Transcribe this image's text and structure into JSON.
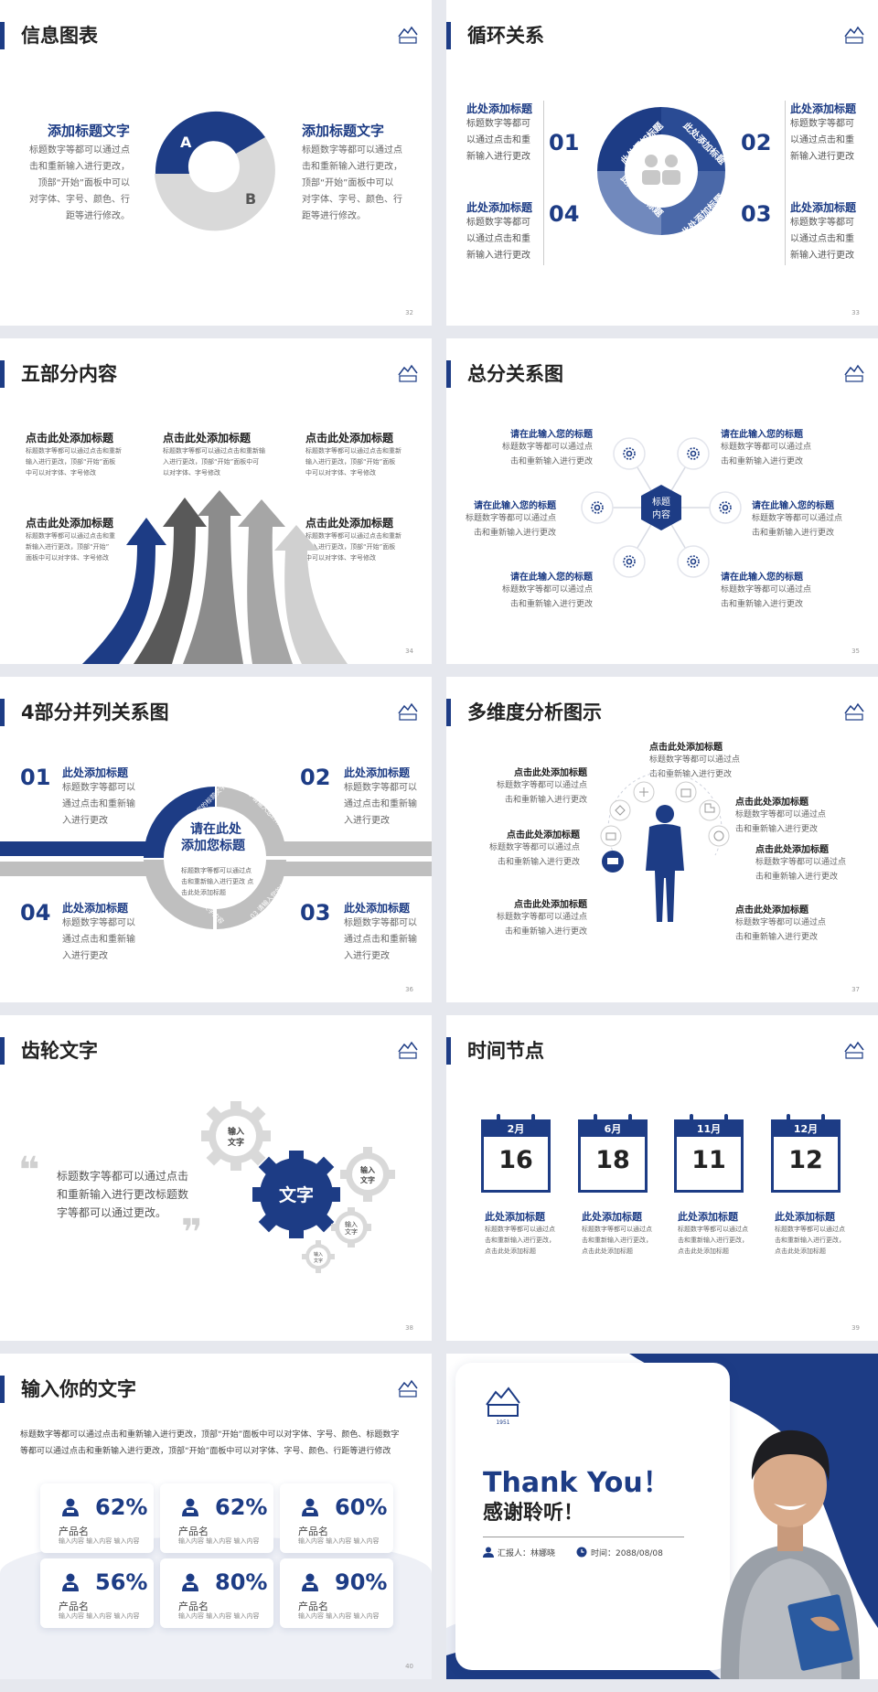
{
  "s32": {
    "title": "信息图表",
    "num": "32",
    "left_heading": "添加标题文字",
    "left_body": [
      "标题数字等都可以通过点",
      "击和重新输入进行更改，",
      "顶部“开始”面板中可以",
      "对字体、字号、颜色、行",
      "距等进行修改。"
    ],
    "right_heading": "添加标题文字",
    "right_body": [
      "标题数字等都可以通过点",
      "击和重新输入进行更改，",
      "顶部“开始”面板中可以",
      "对字体、字号、颜色、行",
      "距等进行修改。"
    ],
    "seg_a": "A",
    "seg_b": "B"
  },
  "s33": {
    "title": "循环关系",
    "num": "33",
    "items": [
      {
        "no": "01",
        "heading": "此处添加标题",
        "body": [
          "标题数字等都可",
          "以通过点击和重",
          "新输入进行更改"
        ]
      },
      {
        "no": "02",
        "heading": "此处添加标题",
        "body": [
          "标题数字等都可",
          "以通过点击和重",
          "新输入进行更改"
        ]
      },
      {
        "no": "03",
        "heading": "此处添加标题",
        "body": [
          "标题数字等都可",
          "以通过点击和重",
          "新输入进行更改"
        ]
      },
      {
        "no": "04",
        "heading": "此处添加标题",
        "body": [
          "标题数字等都可",
          "以通过点击和重",
          "新输入进行更改"
        ]
      }
    ],
    "arc_labels": [
      "此处添加标题",
      "此处添加标题",
      "此处添加标题",
      "此处添加标题"
    ]
  },
  "s34": {
    "title": "五部分内容",
    "num": "34",
    "items": [
      {
        "heading": "点击此处添加标题",
        "body": [
          "标题数字等都可以通过点击和重新",
          "输入进行更改，顶部“开始”面板",
          "中可以对字体、字号修改"
        ]
      },
      {
        "heading": "点击此处添加标题",
        "body": [
          "标题数字等都可以通过点击和重新输",
          "入进行更改，顶部“开始”面板中可",
          "以对字体、字号修改"
        ]
      },
      {
        "heading": "点击此处添加标题",
        "body": [
          "标题数字等都可以通过点击和重新",
          "输入进行更改，顶部“开始”面板",
          "中可以对字体、字号修改"
        ]
      },
      {
        "heading": "点击此处添加标题",
        "body": [
          "标题数字等都可以通过点击和重",
          "新输入进行更改，顶部“开始”",
          "面板中可以对字体、字号修改"
        ]
      },
      {
        "heading": "点击此处添加标题",
        "body": [
          "标题数字等都可以通过点击和重新",
          "输入进行更改，顶部“开始”面板",
          "中可以对字体、字号修改"
        ]
      }
    ]
  },
  "s35": {
    "title": "总分关系图",
    "num": "35",
    "center": [
      "标题",
      "内容"
    ],
    "items": [
      {
        "heading": "请在此输入您的标题",
        "body": [
          "标题数字等都可以通过点",
          "击和重新输入进行更改"
        ]
      },
      {
        "heading": "请在此输入您的标题",
        "body": [
          "标题数字等都可以通过点",
          "击和重新输入进行更改"
        ]
      },
      {
        "heading": "请在此输入您的标题",
        "body": [
          "标题数字等都可以通过点",
          "击和重新输入进行更改"
        ]
      },
      {
        "heading": "请在此输入您的标题",
        "body": [
          "标题数字等都可以通过点",
          "击和重新输入进行更改"
        ]
      },
      {
        "heading": "请在此输入您的标题",
        "body": [
          "标题数字等都可以通过点",
          "击和重新输入进行更改"
        ]
      },
      {
        "heading": "请在此输入您的标题",
        "body": [
          "标题数字等都可以通过点",
          "击和重新输入进行更改"
        ]
      }
    ]
  },
  "s36": {
    "title": "4部分并列关系图",
    "num": "36",
    "center_heading": [
      "请在此处",
      "添加您标题"
    ],
    "center_body": [
      "标题数字等都可以通过点",
      "击和重新输入进行更改 点",
      "击此处添加标题"
    ],
    "arc_labels": [
      "01 请输入您的标题文字内容",
      "02 请输入您的标题文字内容",
      "03 请输入您的标题文字内容",
      "04 请输入您的标题文字内容"
    ],
    "items": [
      {
        "no": "01",
        "heading": "此处添加标题",
        "body": [
          "标题数字等都可以",
          "通过点击和重新输",
          "入进行更改"
        ]
      },
      {
        "no": "02",
        "heading": "此处添加标题",
        "body": [
          "标题数字等都可以",
          "通过点击和重新输",
          "入进行更改"
        ]
      },
      {
        "no": "03",
        "heading": "此处添加标题",
        "body": [
          "标题数字等都可以",
          "通过点击和重新输",
          "入进行更改"
        ]
      },
      {
        "no": "04",
        "heading": "此处添加标题",
        "body": [
          "标题数字等都可以",
          "通过点击和重新输",
          "入进行更改"
        ]
      }
    ]
  },
  "s37": {
    "title": "多维度分析图示",
    "num": "37",
    "items": [
      {
        "heading": "点击此处添加标题",
        "body": [
          "标题数字等都可以通过点",
          "击和重新输入进行更改"
        ]
      },
      {
        "heading": "点击此处添加标题",
        "body": [
          "标题数字等都可以通过点",
          "击和重新输入进行更改"
        ]
      },
      {
        "heading": "点击此处添加标题",
        "body": [
          "标题数字等都可以通过点",
          "击和重新输入进行更改"
        ]
      },
      {
        "heading": "点击此处添加标题",
        "body": [
          "标题数字等都可以通过点",
          "击和重新输入进行更改"
        ]
      },
      {
        "heading": "点击此处添加标题",
        "body": [
          "标题数字等都可以通过点",
          "击和重新输入进行更改"
        ]
      },
      {
        "heading": "点击此处添加标题",
        "body": [
          "标题数字等都可以通过点",
          "击和重新输入进行更改"
        ]
      },
      {
        "heading": "点击此处添加标题",
        "body": [
          "标题数字等都可以通过点",
          "击和重新输入进行更改"
        ]
      }
    ]
  },
  "s38": {
    "title": "齿轮文字",
    "num": "38",
    "quote": [
      "标题数字等都可以通过点击",
      "和重新输入进行更改标题数",
      "字等都可以通过更改。"
    ],
    "gear_main": "文字",
    "gear_a": [
      "输入",
      "文字"
    ],
    "gear_b": [
      "输入",
      "文字"
    ],
    "gear_c": [
      "输入",
      "文字"
    ],
    "gear_d": [
      "输入",
      "文字"
    ]
  },
  "s39": {
    "title": "时间节点",
    "num": "39",
    "items": [
      {
        "month": "2月",
        "day": "16",
        "heading": "此处添加标题",
        "body": [
          "标题数字等都可以通过点",
          "击和重新输入进行更改，",
          "点击此处添加标题"
        ]
      },
      {
        "month": "6月",
        "day": "18",
        "heading": "此处添加标题",
        "body": [
          "标题数字等都可以通过点",
          "击和重新输入进行更改，",
          "点击此处添加标题"
        ]
      },
      {
        "month": "11月",
        "day": "11",
        "heading": "此处添加标题",
        "body": [
          "标题数字等都可以通过点",
          "击和重新输入进行更改，",
          "点击此处添加标题"
        ]
      },
      {
        "month": "12月",
        "day": "12",
        "heading": "此处添加标题",
        "body": [
          "标题数字等都可以通过点",
          "击和重新输入进行更改，",
          "点击此处添加标题"
        ]
      }
    ]
  },
  "s40": {
    "title": "输入你的文字",
    "num": "40",
    "intro": [
      "标题数字等都可以通过点击和重新输入进行更改，顶部“开始”面板中可以对字体、字号、颜色、标题数字",
      "等都可以通过点击和重新输入进行更改，顶部“开始”面板中可以对字体、字号、颜色、行距等进行修改"
    ],
    "cards": [
      {
        "pct": "62%",
        "name": "产品名",
        "sub": "输入内容  输入内容  输入内容"
      },
      {
        "pct": "62%",
        "name": "产品名",
        "sub": "输入内容  输入内容  输入内容"
      },
      {
        "pct": "60%",
        "name": "产品名",
        "sub": "输入内容  输入内容  输入内容"
      },
      {
        "pct": "56%",
        "name": "产品名",
        "sub": "输入内容  输入内容  输入内容"
      },
      {
        "pct": "80%",
        "name": "产品名",
        "sub": "输入内容  输入内容  输入内容"
      },
      {
        "pct": "90%",
        "name": "产品名",
        "sub": "输入内容  输入内容  输入内容"
      }
    ]
  },
  "s41": {
    "title_en": "Thank You！",
    "title_cn": "感谢聆听！",
    "reporter_label": "汇报人：林娜晓",
    "time_label": "时间：2088/08/08",
    "logo_year": "1951"
  },
  "colors": {
    "brand": "#1d3c85",
    "grey": "#bfbfbf",
    "light_grey": "#d9d9d9"
  },
  "icons": [
    "logo-icon",
    "person-icon",
    "gear-icon",
    "clock-icon",
    "team-icon",
    "quote-icon",
    "user-icon"
  ]
}
